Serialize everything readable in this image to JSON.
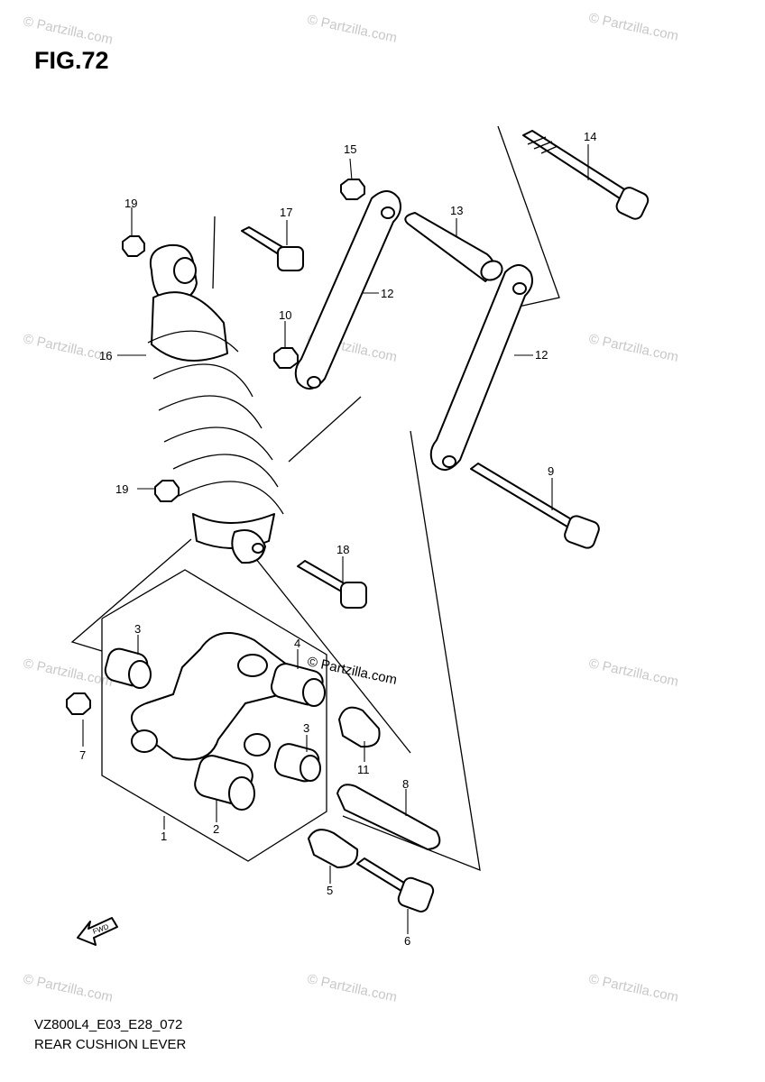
{
  "figure": {
    "title": "FIG.72",
    "code": "VZ800L4_E03_E28_072",
    "name": "REAR CUSHION LEVER"
  },
  "watermark": {
    "text": "© Partzilla.com",
    "center_text": "© Partzilla.com",
    "color": "#c8c8c8"
  },
  "callouts": [
    "14",
    "15",
    "13",
    "19",
    "17",
    "12",
    "10",
    "16",
    "12",
    "9",
    "19",
    "18",
    "3",
    "4",
    "7",
    "3",
    "11",
    "8",
    "1",
    "2",
    "5",
    "6"
  ],
  "fwd_arrow": {
    "label": "FWD",
    "icon": "forward-arrow-icon"
  }
}
